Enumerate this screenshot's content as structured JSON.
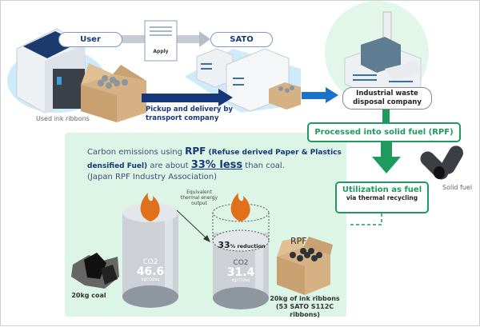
{
  "flow": {
    "user_label": "User",
    "apply_label": "Apply",
    "sato_label": "SATO",
    "used_ribbons_label": "Used ink ribbons",
    "pickup_label_line1": "Pickup and delivery by",
    "pickup_label_line2": "transport company",
    "disposal_line1": "Industrial waste",
    "disposal_line2": "disposal company",
    "processed_label": "Processed into solid fuel (RPF)",
    "utilization_title": "Utilization as fuel",
    "utilization_sub": "via thermal recycling",
    "solid_fuel_label": "Solid fuel"
  },
  "panel": {
    "text_a": "Carbon emissions using ",
    "text_rpf": "RPF",
    "text_b": " (Refuse derived Paper & Plastics",
    "text_c": "densified Fuel)",
    "text_d": " are about ",
    "text_pct": "33% less",
    "text_e": " than coal.",
    "source": "(Japan RPF Industry Association)",
    "equivalent_line1": "Equivalent",
    "equivalent_line2": "thermal energy",
    "equivalent_line3": "output",
    "coal": {
      "co2_label": "CO2",
      "value": "46.6",
      "unit": "kgCO2eq",
      "caption": "20kg coal"
    },
    "rpf": {
      "co2_label": "CO2",
      "value": "31.4",
      "unit": "kgCO2eq",
      "box_label": "RPF",
      "caption_line1": "20kg of ink ribbons",
      "caption_line2": "(53 SATO S112C",
      "caption_line3": "ribbons)"
    },
    "reduction_num": "33",
    "reduction_text": "% reduction"
  },
  "colors": {
    "navy": "#16387a",
    "green": "#1f9a5f",
    "panel_bg": "#dcf5e6",
    "blue_arrow": "#1a73c8",
    "flame": "#e0701a"
  }
}
